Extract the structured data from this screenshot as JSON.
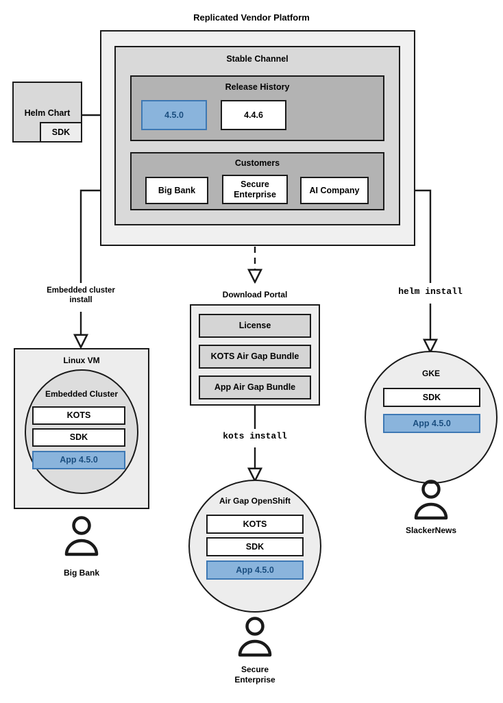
{
  "diagram": {
    "title": "Replicated Vendor Platform",
    "platform": {
      "label": "Replicated Vendor Platform",
      "channel": {
        "label": "Stable Channel",
        "release_history": {
          "label": "Release History",
          "releases": [
            {
              "version": "4.5.0",
              "highlighted": true
            },
            {
              "version": "4.4.6",
              "highlighted": false
            }
          ]
        },
        "customers": {
          "label": "Customers",
          "items": [
            {
              "name": "Big Bank"
            },
            {
              "name": "Secure\nEnterprise"
            },
            {
              "name": "AI Company"
            }
          ]
        }
      }
    },
    "helm_chart": {
      "label": "Helm Chart",
      "sdk_label": "SDK"
    },
    "edges": [
      {
        "label": "Embedded cluster\ninstall",
        "style": "solid"
      },
      {
        "label": "kots install",
        "style": "solid",
        "mono": true
      },
      {
        "label": "helm install",
        "style": "solid",
        "mono": true
      }
    ],
    "linux_vm": {
      "label": "Linux VM",
      "cluster": {
        "label": "Embedded Cluster",
        "components": [
          {
            "label": "KOTS",
            "highlighted": false
          },
          {
            "label": "SDK",
            "highlighted": false
          },
          {
            "label": "App 4.5.0",
            "highlighted": true
          }
        ]
      },
      "persona": "Big Bank"
    },
    "download_portal": {
      "label": "Download Portal",
      "items": [
        {
          "label": "License"
        },
        {
          "label": "KOTS Air Gap Bundle"
        },
        {
          "label": "App Air Gap Bundle"
        }
      ],
      "install_command": "kots install"
    },
    "openshift": {
      "label": "Air Gap OpenShift",
      "components": [
        {
          "label": "KOTS",
          "highlighted": false
        },
        {
          "label": "SDK",
          "highlighted": false
        },
        {
          "label": "App 4.5.0",
          "highlighted": true
        }
      ],
      "persona": "Secure\nEnterprise"
    },
    "gke": {
      "label": "GKE",
      "install_command": "helm install",
      "components": [
        {
          "label": "SDK",
          "highlighted": false
        },
        {
          "label": "App 4.5.0",
          "highlighted": true
        }
      ],
      "persona": "SlackerNews"
    },
    "colors": {
      "stroke": "#1a1a1a",
      "highlight_fill": "#8ab4dc",
      "highlight_border": "#3d78b4",
      "highlight_text": "#1c4f80",
      "platform_fill": "#f0f0f0",
      "channel_fill": "#d9d9d9",
      "group_fill": "#b3b3b3",
      "surface_fill": "#ededed"
    }
  }
}
